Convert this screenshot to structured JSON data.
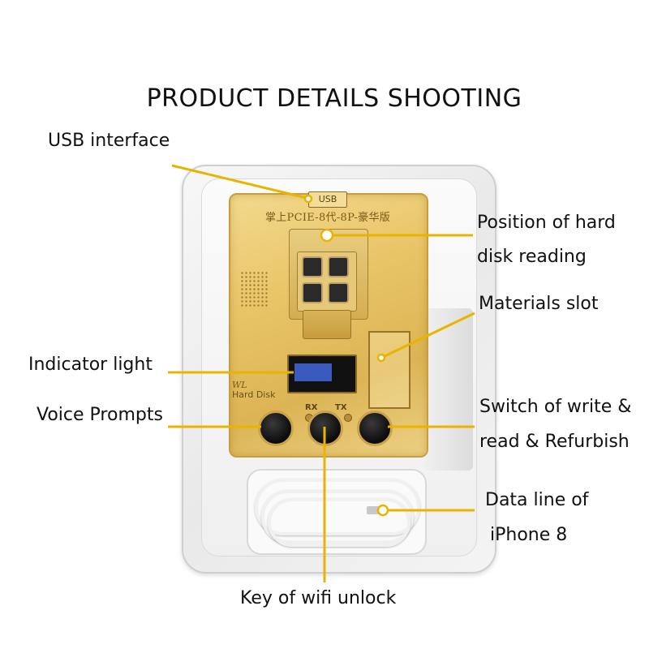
{
  "title": "PRODUCT DETAILS SHOOTING",
  "labels": {
    "usb_interface": "USB interface",
    "hard_disk_line1": "Position of hard",
    "hard_disk_line2": "disk reading",
    "materials_slot": "Materials slot",
    "indicator_light": "Indicator light",
    "voice_prompts": "Voice Prompts",
    "switch_line1": "Switch of write &",
    "switch_line2": "read & Refurbish",
    "data_line_line1": "Data line of",
    "data_line_line2": "iPhone 8",
    "wifi_unlock": "Key of wifi unlock"
  },
  "device": {
    "usb_tab": "USB",
    "board_title": "掌上PCIE-8代-8P-豪华版",
    "brand_logo": "WL",
    "brand_text": "Hard Disk",
    "rx": "RX",
    "tx": "TX"
  },
  "colors": {
    "callout_line": "#e8b400",
    "gold_board": "#e9c568",
    "button": "#111111"
  }
}
